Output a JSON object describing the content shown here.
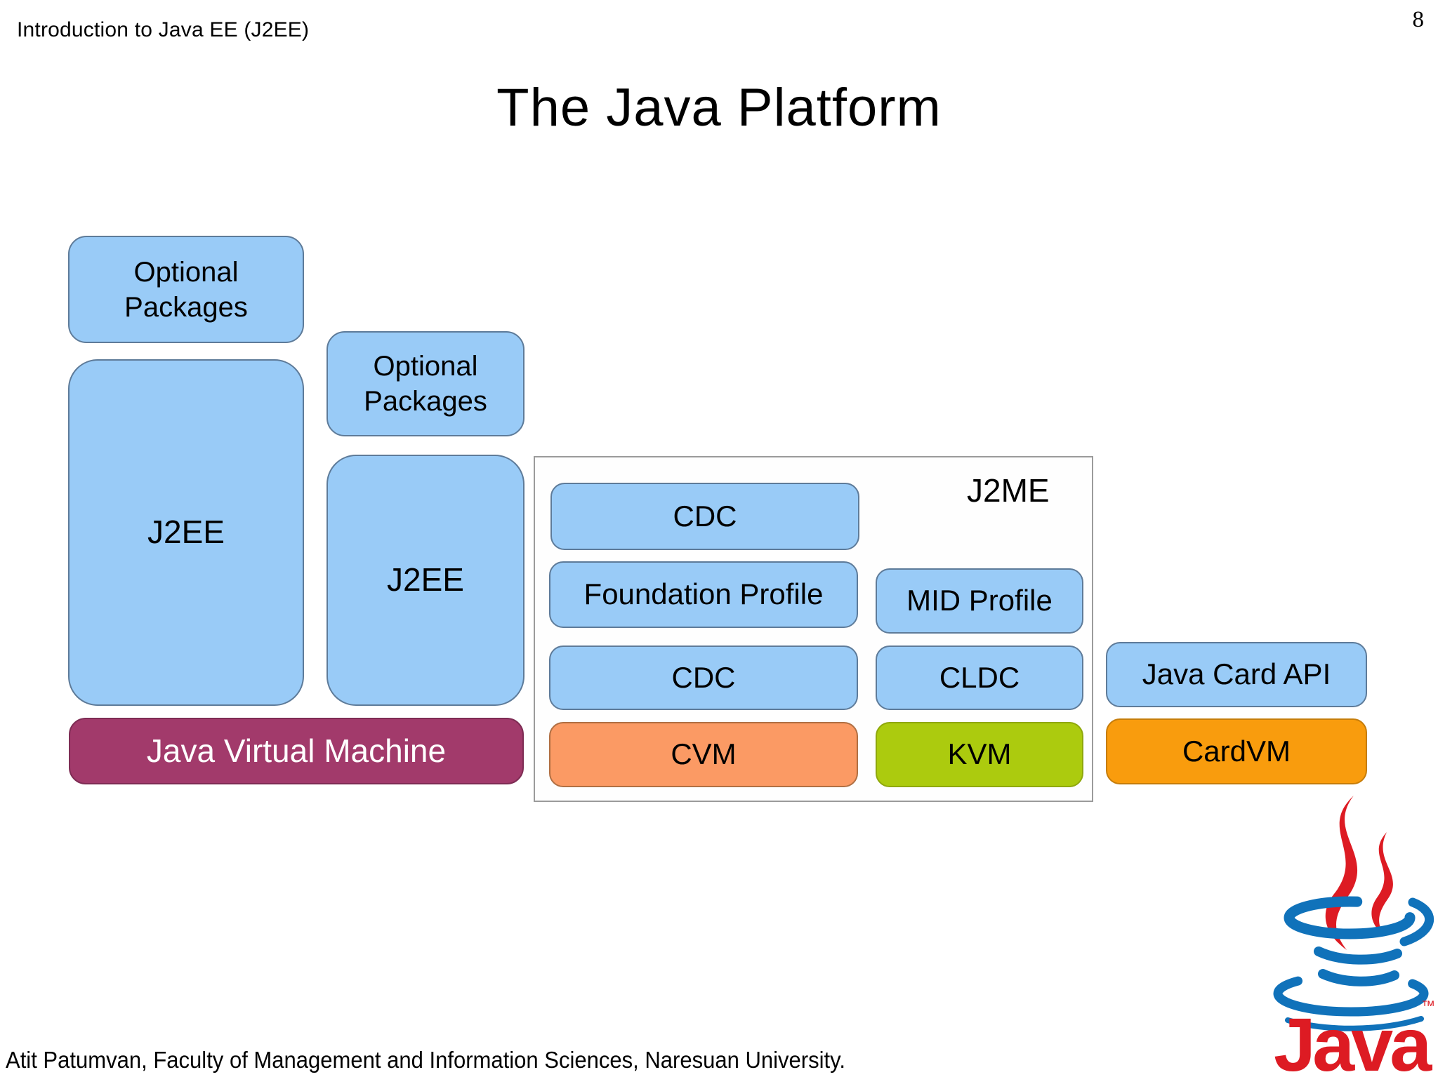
{
  "page": {
    "header": "Introduction to Java EE (J2EE)",
    "page_number": "8",
    "title": "The Java Platform",
    "footer": "Atit Patumvan, Faculty of Management and Information Sciences, Naresuan University."
  },
  "diagram": {
    "stack1": {
      "optional": "Optional Packages",
      "platform": "J2EE"
    },
    "stack2": {
      "optional": "Optional Packages",
      "platform": "J2EE"
    },
    "jvm": "Java Virtual Machine",
    "j2me": {
      "label": "J2ME",
      "cdc_top": "CDC",
      "foundation_profile": "Foundation Profile",
      "mid_profile": "MID Profile",
      "cdc": "CDC",
      "cldc": "CLDC",
      "cvm": "CVM",
      "kvm": "KVM"
    },
    "card": {
      "api": "Java Card API",
      "vm": "CardVM"
    }
  },
  "logo": {
    "text": "Java",
    "tm": "™"
  },
  "colors": {
    "box_blue": "#99CBF7",
    "box_blue_border": "#5E7B99",
    "jvm_maroon": "#A23A6B",
    "cvm_orange": "#FB9A64",
    "kvm_green": "#ACCB0E",
    "cardvm_orange": "#F99C0D",
    "java_logo_red": "#DD1B23",
    "java_logo_blue": "#1072BA"
  }
}
